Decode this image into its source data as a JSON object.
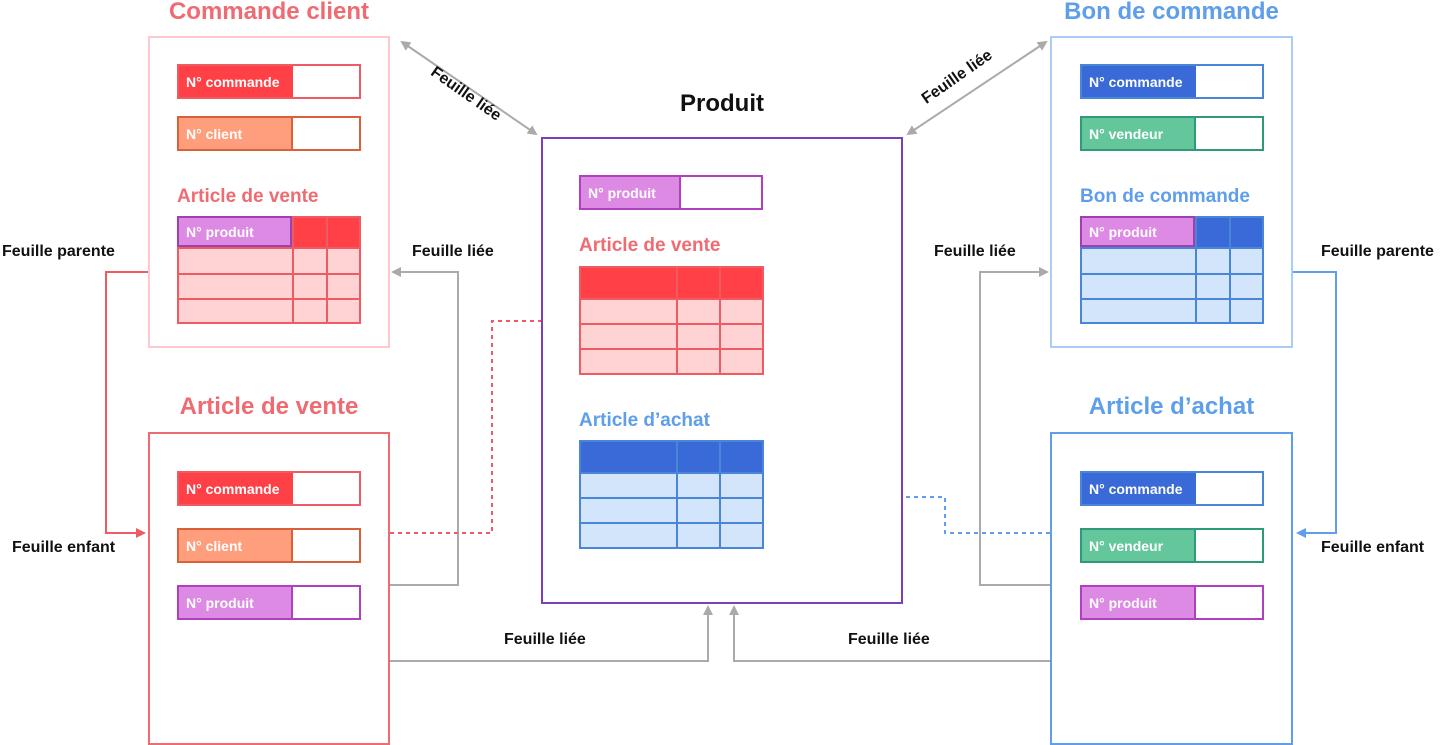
{
  "colors": {
    "red": "#ef6b72",
    "red_dark": "#ff4047",
    "red_light": "#ffd3d3",
    "orange": "#ff9e7c",
    "purple": "#7b3fb8",
    "magenta": "#dc8ae4",
    "blue": "#5e9eea",
    "blue_dark": "#3a69d8",
    "blue_light": "#d2e5fb",
    "green": "#63c79b",
    "gray": "#aaaaaa"
  },
  "commande_client": {
    "title": "Commande client",
    "field1": "N° commande",
    "field2": "N° client",
    "sub_title": "Article de vente",
    "grid_label": "N° produit"
  },
  "article_vente": {
    "title": "Article de vente",
    "field1": "N° commande",
    "field2": "N° client",
    "field3": "N° produit"
  },
  "produit": {
    "title": "Produit",
    "field1": "N° produit",
    "sub_title1": "Article de vente",
    "sub_title2": "Article d’achat"
  },
  "bon_commande": {
    "title": "Bon de commande",
    "field1": "N° commande",
    "field2": "N° vendeur",
    "sub_title": "Bon de commande",
    "grid_label": "N° produit"
  },
  "article_achat": {
    "title": "Article d’achat",
    "field1": "N° commande",
    "field2": "N° vendeur",
    "field3": "N° produit"
  },
  "labels": {
    "feuille_liee": "Feuille liée",
    "feuille_parente": "Feuille parente",
    "feuille_enfant": "Feuille enfant"
  }
}
